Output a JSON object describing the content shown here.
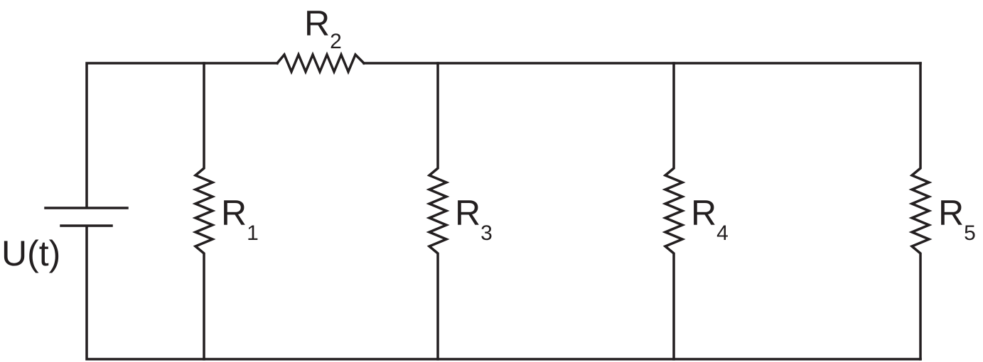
{
  "source": {
    "label": "U(t)"
  },
  "resistors": {
    "r1": {
      "letter": "R",
      "index": "1"
    },
    "r2": {
      "letter": "R",
      "index": "2"
    },
    "r3": {
      "letter": "R",
      "index": "3"
    },
    "r4": {
      "letter": "R",
      "index": "4"
    },
    "r5": {
      "letter": "R",
      "index": "5"
    }
  },
  "colors": {
    "stroke": "#231f20",
    "background": "#ffffff"
  }
}
